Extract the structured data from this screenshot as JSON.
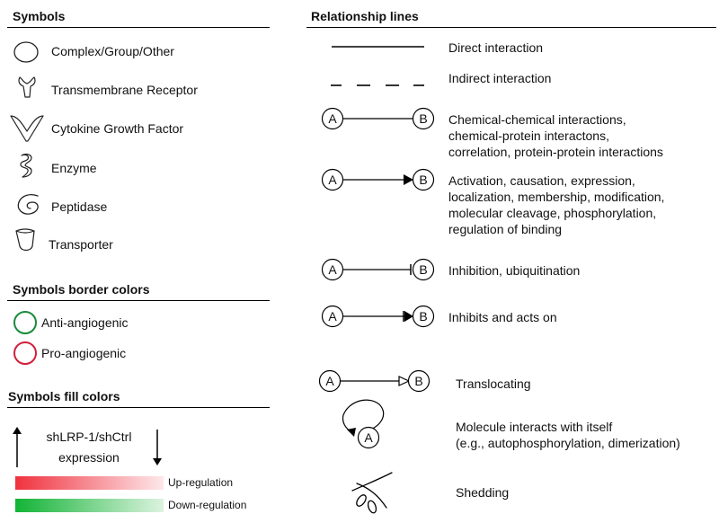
{
  "symbols": {
    "title": "Symbols",
    "items": [
      {
        "label": "Complex/Group/Other",
        "icon": "ellipse-icon"
      },
      {
        "label": "Transmembrane Receptor",
        "icon": "receptor-icon"
      },
      {
        "label": "Cytokine Growth Factor",
        "icon": "cytokine-icon"
      },
      {
        "label": "Enzyme",
        "icon": "enzyme-icon"
      },
      {
        "label": "Peptidase",
        "icon": "peptidase-icon"
      },
      {
        "label": "Transporter",
        "icon": "transporter-icon"
      }
    ]
  },
  "border_colors": {
    "title": "Symbols border colors",
    "items": [
      {
        "label": "Anti-angiogenic",
        "color": "#1b8a3a"
      },
      {
        "label": "Pro-angiogenic",
        "color": "#d11f3c"
      }
    ]
  },
  "fill_colors": {
    "title": "Symbols fill colors",
    "expression_line1": "shLRP-1/shCtrl",
    "expression_line2": "expression",
    "bars": [
      {
        "label": "Up-regulation",
        "color": "#f0323f"
      },
      {
        "label": "Down-regulation",
        "color": "#13b336"
      }
    ]
  },
  "relationships": {
    "title": "Relationship lines",
    "node_a": "A",
    "node_b": "B",
    "items": [
      {
        "lines": [
          "Direct interaction"
        ]
      },
      {
        "lines": [
          "Indirect interaction"
        ]
      },
      {
        "lines": [
          "Chemical-chemical interactions,",
          "chemical-protein interactons,",
          "correlation, protein-protein interactions"
        ]
      },
      {
        "lines": [
          "Activation, causation, expression,",
          "localization, membership, modification,",
          "molecular cleavage, phosphorylation,",
          "regulation of binding"
        ]
      },
      {
        "lines": [
          "Inhibition, ubiquitination"
        ]
      },
      {
        "lines": [
          "Inhibits and acts on"
        ]
      },
      {
        "lines": [
          "Translocating"
        ]
      },
      {
        "lines": [
          "Molecule interacts with itself",
          "(e.g., autophosphorylation, dimerization)"
        ]
      },
      {
        "lines": [
          "Shedding"
        ]
      }
    ]
  }
}
